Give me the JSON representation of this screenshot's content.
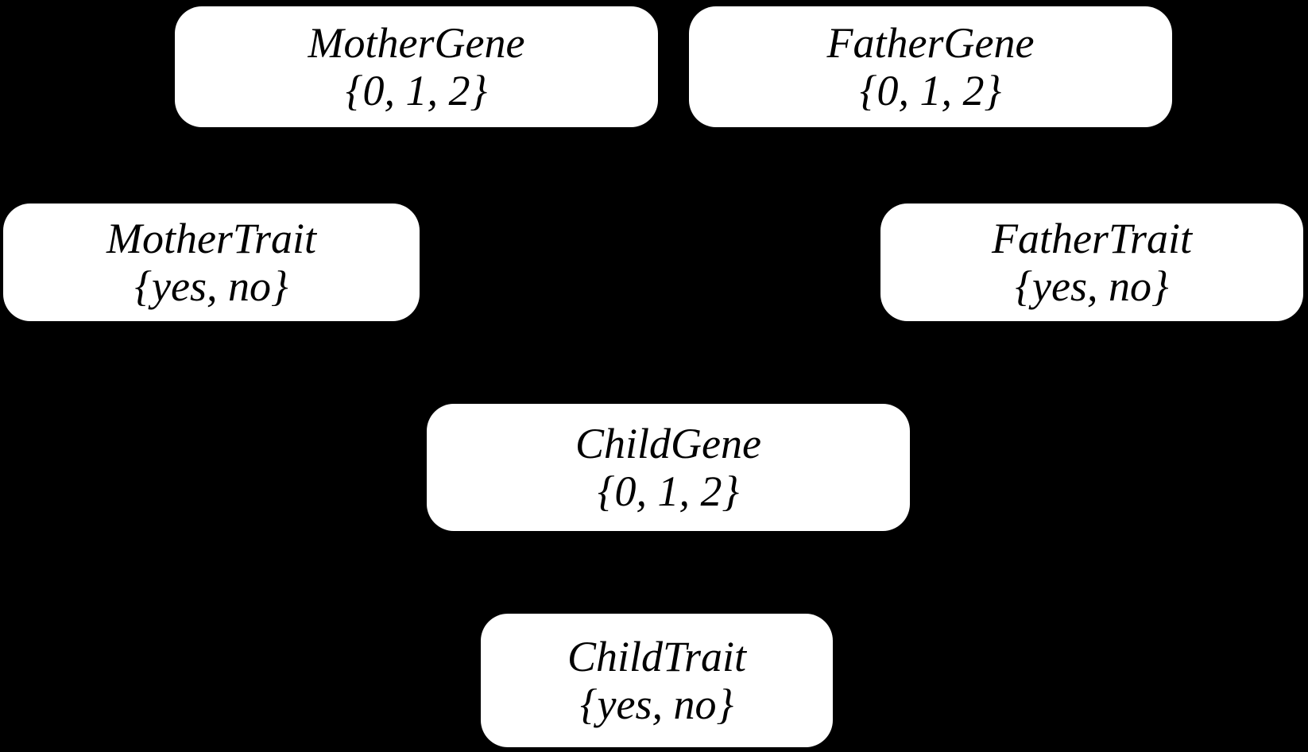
{
  "diagram": {
    "type": "bayesian-network",
    "background_color": "#000000",
    "node_fill_color": "#ffffff",
    "node_text_color": "#000000",
    "nodes": [
      {
        "id": "mother-gene",
        "title": "MotherGene",
        "domain": "{0, 1, 2}"
      },
      {
        "id": "father-gene",
        "title": "FatherGene",
        "domain": "{0, 1, 2}"
      },
      {
        "id": "mother-trait",
        "title": "MotherTrait",
        "domain": "{yes, no}"
      },
      {
        "id": "father-trait",
        "title": "FatherTrait",
        "domain": "{yes, no}"
      },
      {
        "id": "child-gene",
        "title": "ChildGene",
        "domain": "{0, 1, 2}"
      },
      {
        "id": "child-trait",
        "title": "ChildTrait",
        "domain": "{yes, no}"
      }
    ]
  }
}
